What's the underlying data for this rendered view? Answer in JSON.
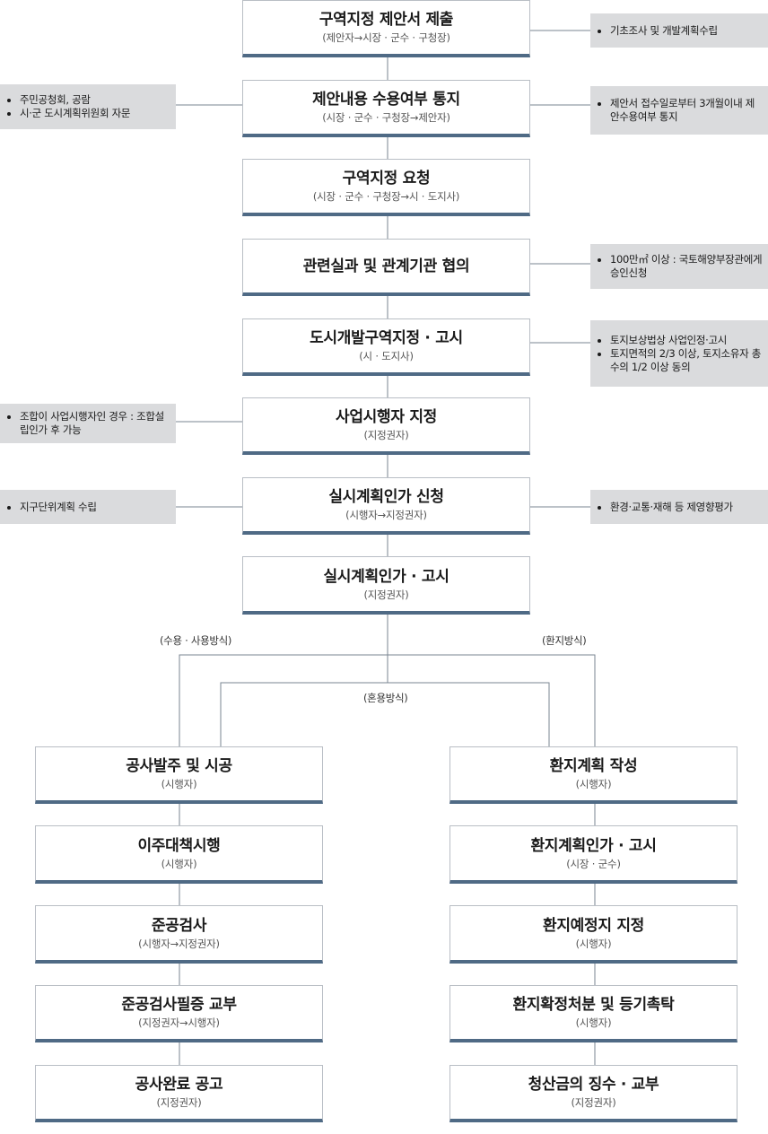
{
  "main_steps": [
    {
      "title": "구역지정 제안서 제출",
      "sub": "(제안자→시장 · 군수 · 구청장)"
    },
    {
      "title": "제안내용 수용여부 통지",
      "sub": "(시장 · 군수 · 구청장→제안자)"
    },
    {
      "title": "구역지정 요청",
      "sub": "(시장 · 군수 · 구청장→시 · 도지사)"
    },
    {
      "title": "관련실과 및 관계기관 협의",
      "sub": ""
    },
    {
      "title": "도시개발구역지정 · 고시",
      "sub": "(시 · 도지사)"
    },
    {
      "title": "사업시행자 지정",
      "sub": "(지정권자)"
    },
    {
      "title": "실시계획인가 신청",
      "sub": "(시행자→지정권자)"
    },
    {
      "title": "실시계획인가 · 고시",
      "sub": "(지정권자)"
    }
  ],
  "left_steps": [
    {
      "title": "공사발주 및 시공",
      "sub": "(시행자)"
    },
    {
      "title": "이주대책시행",
      "sub": "(시행자)"
    },
    {
      "title": "준공검사",
      "sub": "(시행자→지정권자)"
    },
    {
      "title": "준공검사필증 교부",
      "sub": "(지정권자→시행자)"
    },
    {
      "title": "공사완료 공고",
      "sub": "(지정권자)"
    }
  ],
  "right_steps": [
    {
      "title": "환지계획 작성",
      "sub": "(시행자)"
    },
    {
      "title": "환지계획인가 · 고시",
      "sub": "(시장 · 군수)"
    },
    {
      "title": "환지예정지 지정",
      "sub": "(시행자)"
    },
    {
      "title": "환지확정처분 및 등기촉탁",
      "sub": "(시행자)"
    },
    {
      "title": "청산금의 징수 · 교부",
      "sub": "(지정권자)"
    }
  ],
  "notes": {
    "right_1": [
      "기초조사 및 개발계획수립"
    ],
    "left_2": [
      "주민공청회, 공람",
      "시·군 도시계획위원회 자문"
    ],
    "right_2": [
      "제안서 접수일로부터 3개월이내 제안수용여부 통지"
    ],
    "right_4": [
      "100만㎡ 이상 : 국토해양부장관에게 승인신청"
    ],
    "right_5": [
      "토지보상법상 사업인정·고시",
      "토지면적의 2/3 이상, 토지소유자 총수의 1/2 이상 동의"
    ],
    "left_6": [
      "조합이 사업시행자인 경우 : 조합설립인가 후 가능"
    ],
    "left_7": [
      "지구단위계획 수립"
    ],
    "right_7": [
      "환경·교통·재해 등 제영향평가"
    ]
  },
  "branch_labels": {
    "left": "(수용 · 사용방식)",
    "right": "(환지방식)",
    "middle": "(혼용방식)"
  }
}
